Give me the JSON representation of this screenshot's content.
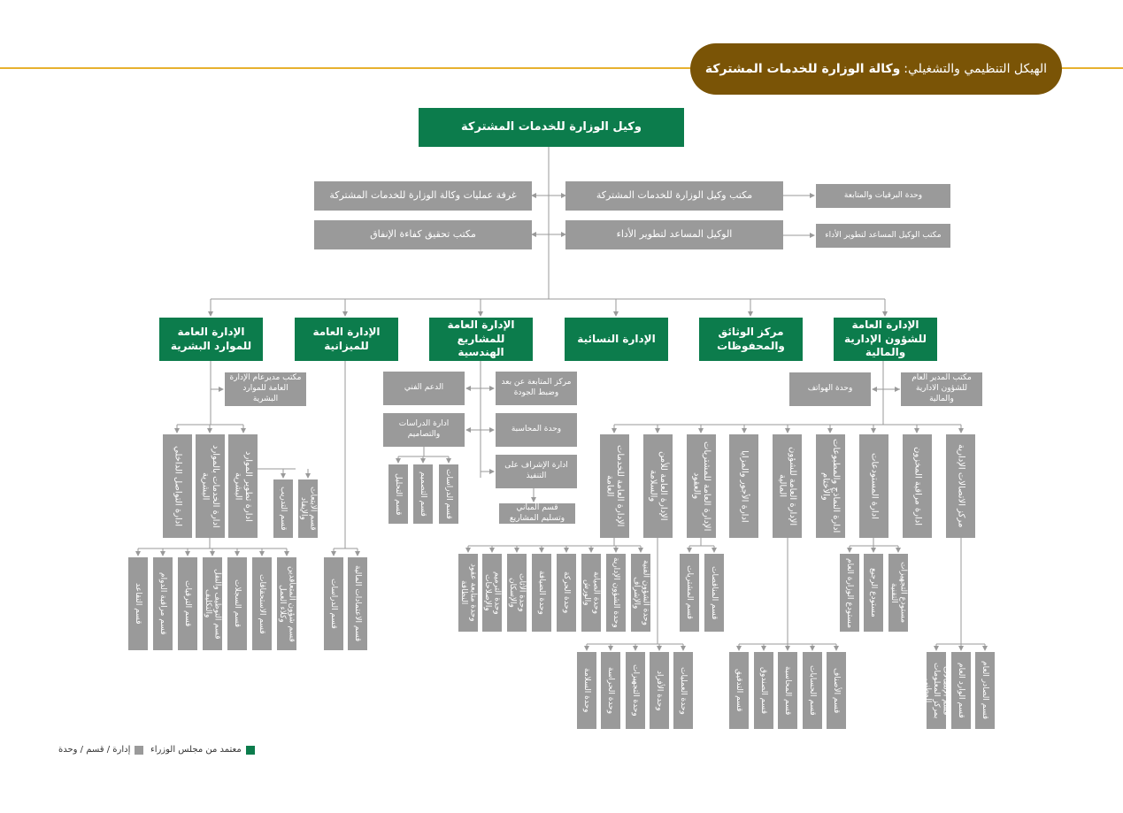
{
  "header": {
    "prefix": "الهيكل التنظيمي والتشغيلي:",
    "title": "وكالة الوزارة للخدمات المشتركة",
    "accent_color": "#e7b12f",
    "pill_color": "#7a5406"
  },
  "colors": {
    "approved": "#0c7c4c",
    "unit": "#9a9a9a",
    "connector": "#9a9a9a"
  },
  "top": "وكيل الوزارة للخدمات المشتركة",
  "level2": {
    "ops_room": "غرفة عمليات وكالة الوزارة للخدمات المشتركة",
    "office": "مكتب وكيل الوزارة للخدمات المشتركة",
    "cables": "وحدة البرقيات والمتابعة",
    "efficiency": "مكتب تحقيق كفاءة الإنفاق",
    "assistant": "الوكيل المساعد لتطوير الأداء",
    "assistant_office": "مكتب الوكيل المساعد لتطوير الأداء"
  },
  "departments": {
    "admin_finance": "الإدارة العامة للشؤون الإدارية والمالية",
    "documents": "مركز الوثائق والمحفوظات",
    "women": "الإدارة النسائية",
    "engineering": "الإدارة العامة للمشاريع الهندسية",
    "budget": "الإدارة العامة للميزانية",
    "hr": "الإدارة العامة للموارد البشرية"
  },
  "admin_finance": {
    "gm_office": "مكتب المدير العام للشؤون الادارية والمالية",
    "phones": "وحدة الهواتف",
    "children": [
      "مركز الاتصالات الإدارية",
      "ادارة مراقبة المخزون",
      "ادارة المستودعات",
      "ادارة النماذج والمطبوعات والأختام",
      "الإدارة العامة للشؤون المالية",
      "ادارة الأجور والمزايا",
      "الإدارة العامة للمشتريات والعقود",
      "الإدارة العامة للأمن والسلامة",
      "الإدارة العامة للخدمات العامة"
    ],
    "comm_sections": [
      "قسم الإتصالات بمركز المعلومات الوطني",
      "قسم الوارد العام",
      "قسم الصادر العام"
    ],
    "warehouses": [
      "مستودع الوزارة العام",
      "مستودع الرجيع",
      "مستودع التجهيزات التقنية"
    ],
    "finance_sections": [
      "قسم التدقيق",
      "قسم الصندوق",
      "قسم المحاسبة",
      "قسم الحسابات",
      "قسم الأصناف"
    ],
    "procurement_sections": [
      "قسم المشتريات",
      "قسم المناقصات"
    ],
    "security_units": [
      "وحدة السلامة",
      "وحدة الحراسة",
      "وحدة التجهيزات",
      "وحدة الأفراد",
      "وحدة العمليات"
    ],
    "services_units": [
      "وحدة متابعة عقود النظافة",
      "وحدة الترميم والإصلاحات",
      "وحدة الأثاث والإسكان",
      "وحدة الضيافة",
      "وحدة الحركة",
      "وحدة الصيانة والورش",
      "وحدة الشؤون الإدارية",
      "وحدة الشؤون الفنية والإشراف"
    ]
  },
  "engineering": {
    "left": [
      "الدعم الفني",
      "ادارة الدراسات والتصاميم"
    ],
    "right": [
      "مركز المتابعة عن بعد وضبط الجودة",
      "وحدة المحاسبة",
      "ادارة الإشراف على التنفيذ"
    ],
    "delivery": "قسم المباني وتسليم المشاريع",
    "studies_sections": [
      "قسم التحليل",
      "قسم التصميم",
      "قسم الدراسات"
    ]
  },
  "budget": {
    "sections": [
      "قسم الدراسات",
      "قسم الاعتمادات المالية"
    ]
  },
  "hr": {
    "gm_office": "مكتب مديرعام الإدارة العامة للموارد البشرية",
    "children": [
      "ادارة التواصل الداخلي",
      "ادارة الخدمات بالموارد البشرية",
      "ادارة تطوير الموارد البشرية"
    ],
    "dev_sections": [
      "قسم التدريب",
      "قسم الابتعاث والإيفاد"
    ],
    "service_sections": [
      "قسم التقاعد",
      "قسم مراقبة الدوام",
      "قسم الترقيات",
      "قسم التوظيف والنقل والتكليف",
      "قسم السجلات",
      "قسم الاستحقاقات",
      "قسم شؤون المتعاقدين وكلاء العمل"
    ]
  },
  "legend": {
    "approved": "معتمد من مجلس الوزراء",
    "unit": "إدارة / قسم / وحدة"
  }
}
